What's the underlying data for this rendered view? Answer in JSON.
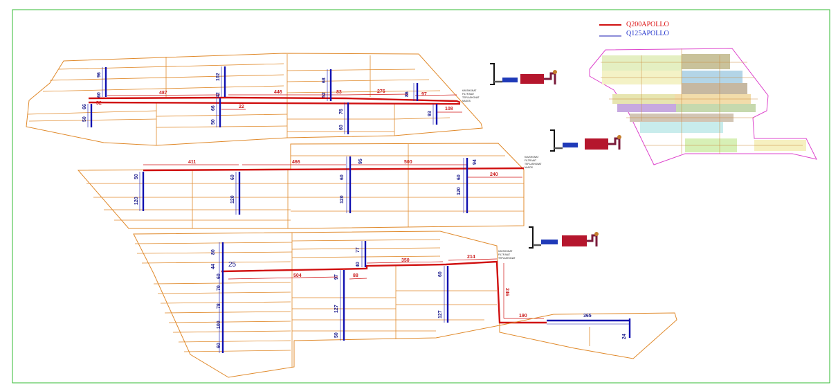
{
  "legend": {
    "items": [
      {
        "label": "Q200APOLLO",
        "color": "#d01010"
      },
      {
        "label": "Q125APOLLO",
        "color": "#1a1ab0"
      }
    ]
  },
  "pump_note_lines": [
    "KAVSHGNAT",
    "FILTR.MAT",
    "TEPLASHGNAT",
    "NASOS"
  ],
  "labels": {
    "b1_96": "96",
    "b1_60": "60",
    "b1_66": "66",
    "b1_50": "50",
    "b1_52": "52",
    "b1_487": "487",
    "b1_102": "102",
    "b1_42": "42",
    "b1_66b": "66",
    "b1_50b": "50",
    "b1_22": "22",
    "b1_446": "446",
    "b1_68": "68",
    "b1_52b": "52",
    "b1_83": "83",
    "b1_76": "76",
    "b1_60b": "60",
    "b1_276": "276",
    "b1_86": "86",
    "b1_97": "97",
    "b1_93": "93",
    "b1_108": "108",
    "b2_411": "411",
    "b2_466": "466",
    "b2_95": "95",
    "b2_500": "500",
    "b2_94": "94",
    "b2_240": "240",
    "b2_50": "50",
    "b2_120": "120",
    "b2_60a": "60",
    "b2_120a": "120",
    "b2_60b": "60",
    "b2_120b": "120",
    "b2_60c": "60",
    "b2_120c": "120",
    "b3_80": "80",
    "b3_44": "44",
    "b3_25": "25",
    "b3_60": "60",
    "b3_70": "70",
    "b3_78": "78",
    "b3_100": "100",
    "b3_60b": "60",
    "b3_504": "504",
    "b3_97": "97",
    "b3_88": "88",
    "b3_127": "127",
    "b3_50": "50",
    "b3_77": "77",
    "b3_40": "40",
    "b3_350": "350",
    "b3_214": "214",
    "b3_60c": "60",
    "b3_127b": "127",
    "b3_246": "246",
    "b3_190": "190",
    "b3_365": "365",
    "b3_24": "24"
  }
}
